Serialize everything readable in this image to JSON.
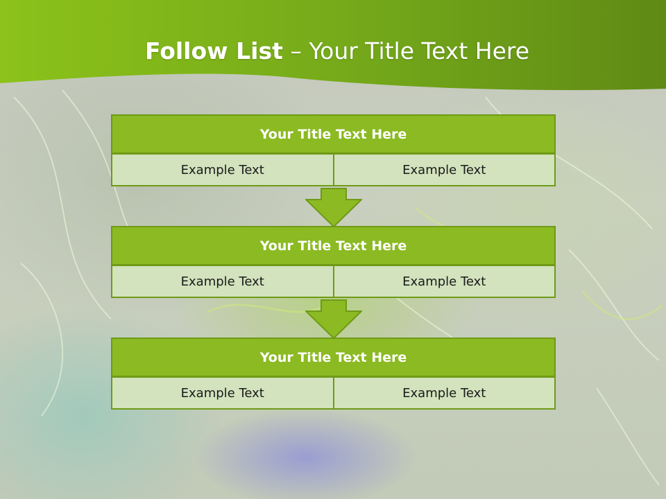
{
  "header": {
    "title_bold": "Follow List",
    "title_rest": " – Your Title Text Here"
  },
  "colors": {
    "header_green": "#7fb21c",
    "block_green": "#8bba22",
    "cell_fill": "#d2e3bd",
    "border": "#6f9a17"
  },
  "steps": [
    {
      "title": "Your Title Text Here",
      "items": [
        "Example Text",
        "Example Text"
      ]
    },
    {
      "title": "Your Title Text Here",
      "items": [
        "Example Text",
        "Example Text"
      ]
    },
    {
      "title": "Your Title Text Here",
      "items": [
        "Example Text",
        "Example Text"
      ]
    }
  ],
  "connectors": [
    "down-arrow-icon",
    "down-arrow-icon"
  ]
}
